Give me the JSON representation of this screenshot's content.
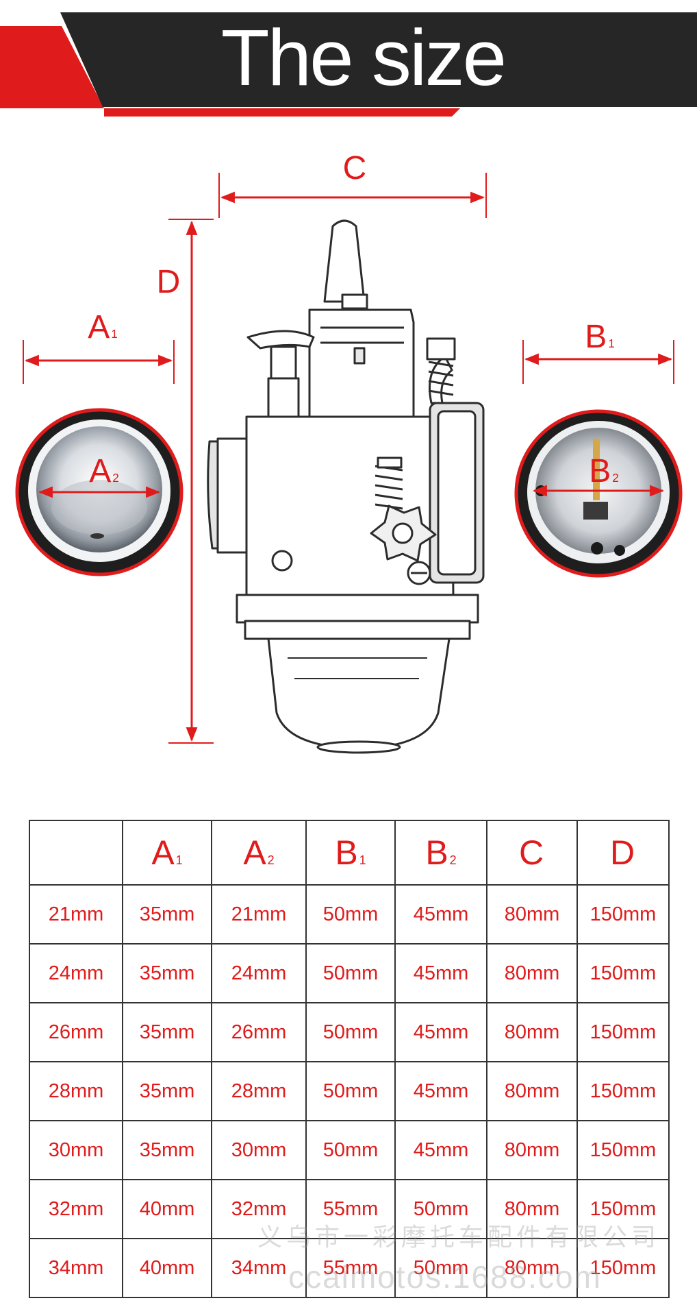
{
  "banner": {
    "title": "The size"
  },
  "diagram": {
    "labels": {
      "C": "C",
      "D": "D",
      "A1": "A",
      "A1_sub": "1",
      "A2": "A",
      "A2_sub": "2",
      "B1": "B",
      "B1_sub": "1",
      "B2": "B",
      "B2_sub": "2"
    }
  },
  "table": {
    "headers": [
      {
        "main": "",
        "sub": ""
      },
      {
        "main": "A",
        "sub": "1"
      },
      {
        "main": "A",
        "sub": "2"
      },
      {
        "main": "B",
        "sub": "1"
      },
      {
        "main": "B",
        "sub": "2"
      },
      {
        "main": "C",
        "sub": ""
      },
      {
        "main": "D",
        "sub": ""
      }
    ],
    "rows": [
      [
        "21mm",
        "35mm",
        "21mm",
        "50mm",
        "45mm",
        "80mm",
        "150mm"
      ],
      [
        "24mm",
        "35mm",
        "24mm",
        "50mm",
        "45mm",
        "80mm",
        "150mm"
      ],
      [
        "26mm",
        "35mm",
        "26mm",
        "50mm",
        "45mm",
        "80mm",
        "150mm"
      ],
      [
        "28mm",
        "35mm",
        "28mm",
        "50mm",
        "45mm",
        "80mm",
        "150mm"
      ],
      [
        "30mm",
        "35mm",
        "30mm",
        "50mm",
        "45mm",
        "80mm",
        "150mm"
      ],
      [
        "32mm",
        "40mm",
        "32mm",
        "55mm",
        "50mm",
        "80mm",
        "150mm"
      ],
      [
        "34mm",
        "40mm",
        "34mm",
        "55mm",
        "50mm",
        "80mm",
        "150mm"
      ]
    ]
  },
  "watermarks": {
    "line1": "义乌市一彩摩托车配件有限公司",
    "line2": "ccaimotos.1688.com"
  },
  "colors": {
    "accent": "#e01b1b",
    "banner_dark": "#262626",
    "grid": "#333333"
  }
}
